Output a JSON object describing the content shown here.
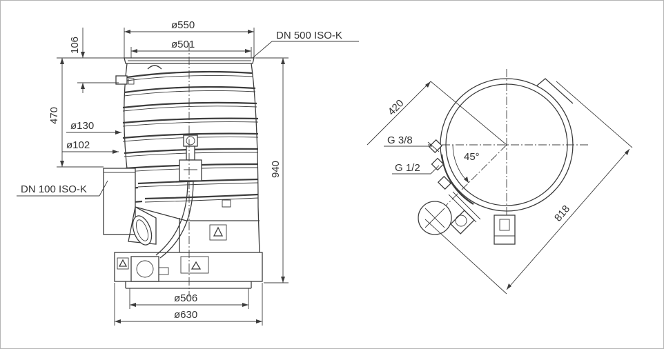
{
  "labels": {
    "d550": "ø550",
    "d501": "ø501",
    "dn500": "DN 500 ISO-K",
    "h106": "106",
    "h470": "470",
    "d130": "ø130",
    "d102": "ø102",
    "dn100": "DN 100 ISO-K",
    "h940": "940",
    "d506": "ø506",
    "d630": "ø630",
    "r420": "420",
    "g38": "G 3/8",
    "g12": "G 1/2",
    "a45": "45°",
    "r818": "818"
  },
  "colors": {
    "line": "#3c3c3c",
    "text": "#333333",
    "background": "#ffffff",
    "frame": "#b4b4b4"
  }
}
